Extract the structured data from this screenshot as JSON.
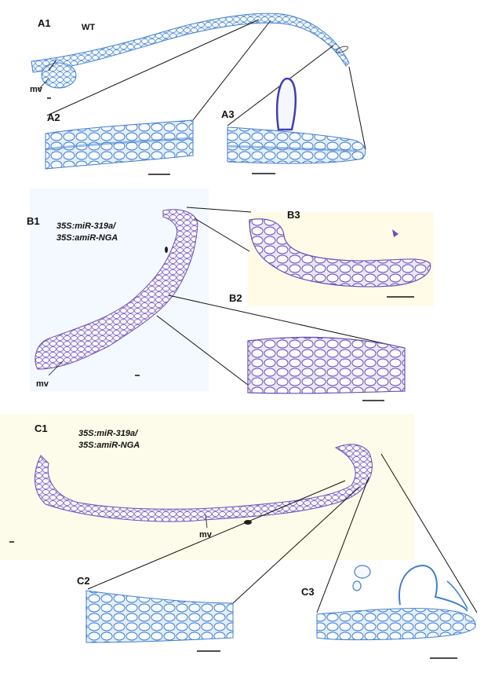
{
  "panels": {
    "a1": {
      "label": "A1",
      "genotype": "WT",
      "mv": "mv"
    },
    "a2": {
      "label": "A2"
    },
    "a3": {
      "label": "A3"
    },
    "b1": {
      "label": "B1",
      "genotype_line1": "35S:miR-319a/",
      "genotype_line2": "35S:amiR-NGA",
      "mv": "mv"
    },
    "b2": {
      "label": "B2"
    },
    "b3": {
      "label": "B3"
    },
    "c1": {
      "label": "C1",
      "genotype_line1": "35S:miR-319a/",
      "genotype_line2": "35S:amiR-NGA",
      "mv": "mv"
    },
    "c2": {
      "label": "C2"
    },
    "c3": {
      "label": "C3"
    }
  },
  "colors": {
    "tissue_blue": "#3f7fd0",
    "tissue_purple": "#6a4fb8",
    "panel_b_bg": "#f4f8ff",
    "panel_c_bg": "#fdfbe9",
    "panel_b3_bg": "#fffbe6"
  }
}
